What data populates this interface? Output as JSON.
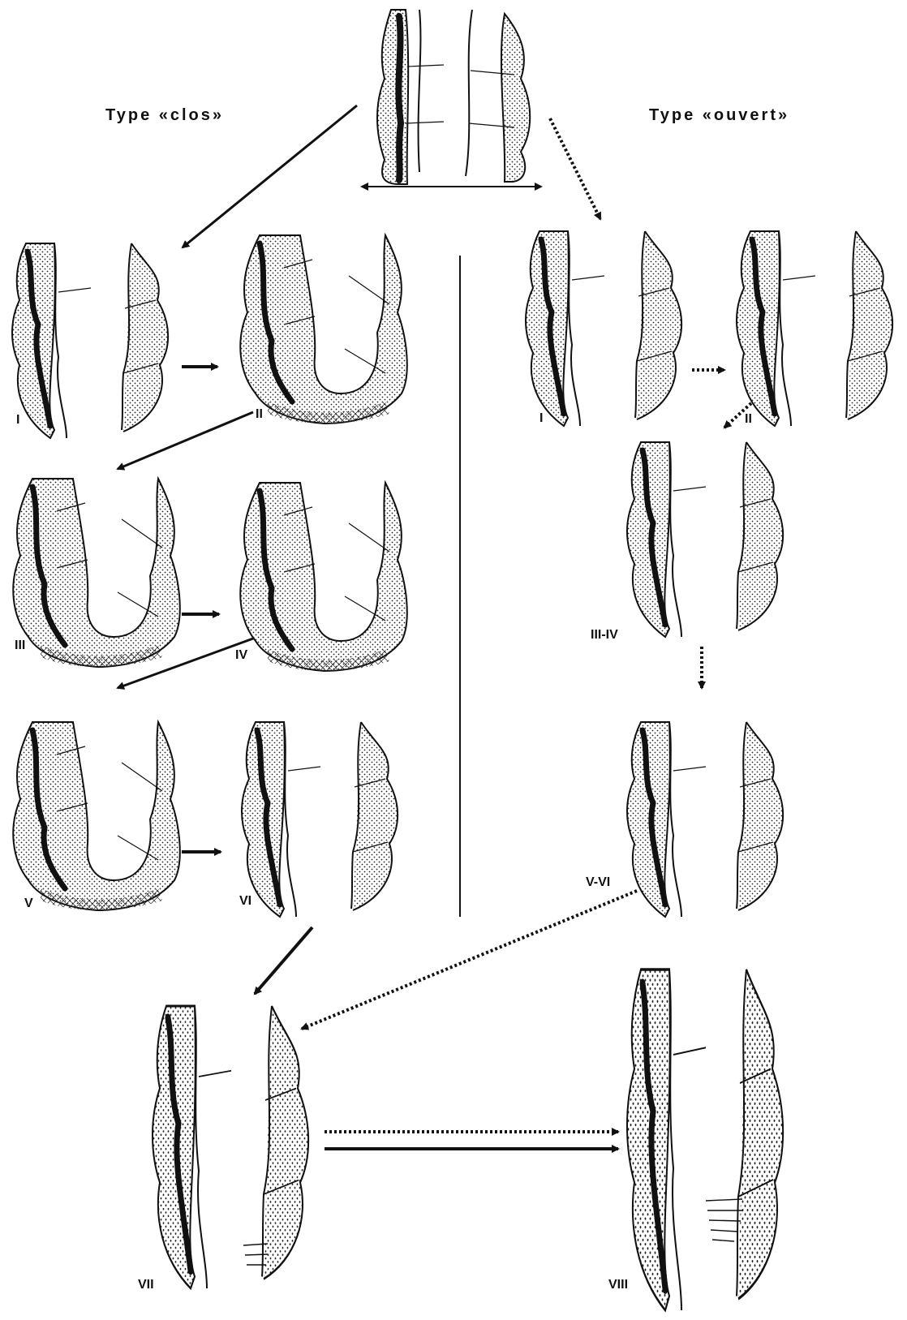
{
  "titles": {
    "left": "Type «clos»",
    "right": "Type «ouvert»"
  },
  "stages": {
    "clos": [
      "I",
      "II",
      "III",
      "IV",
      "V",
      "VI"
    ],
    "ouvert": [
      "I",
      "II",
      "III-IV",
      "V-VI"
    ],
    "final": [
      "VII",
      "VIII"
    ]
  },
  "colors": {
    "ink": "#111111",
    "paper": "#ffffff"
  }
}
